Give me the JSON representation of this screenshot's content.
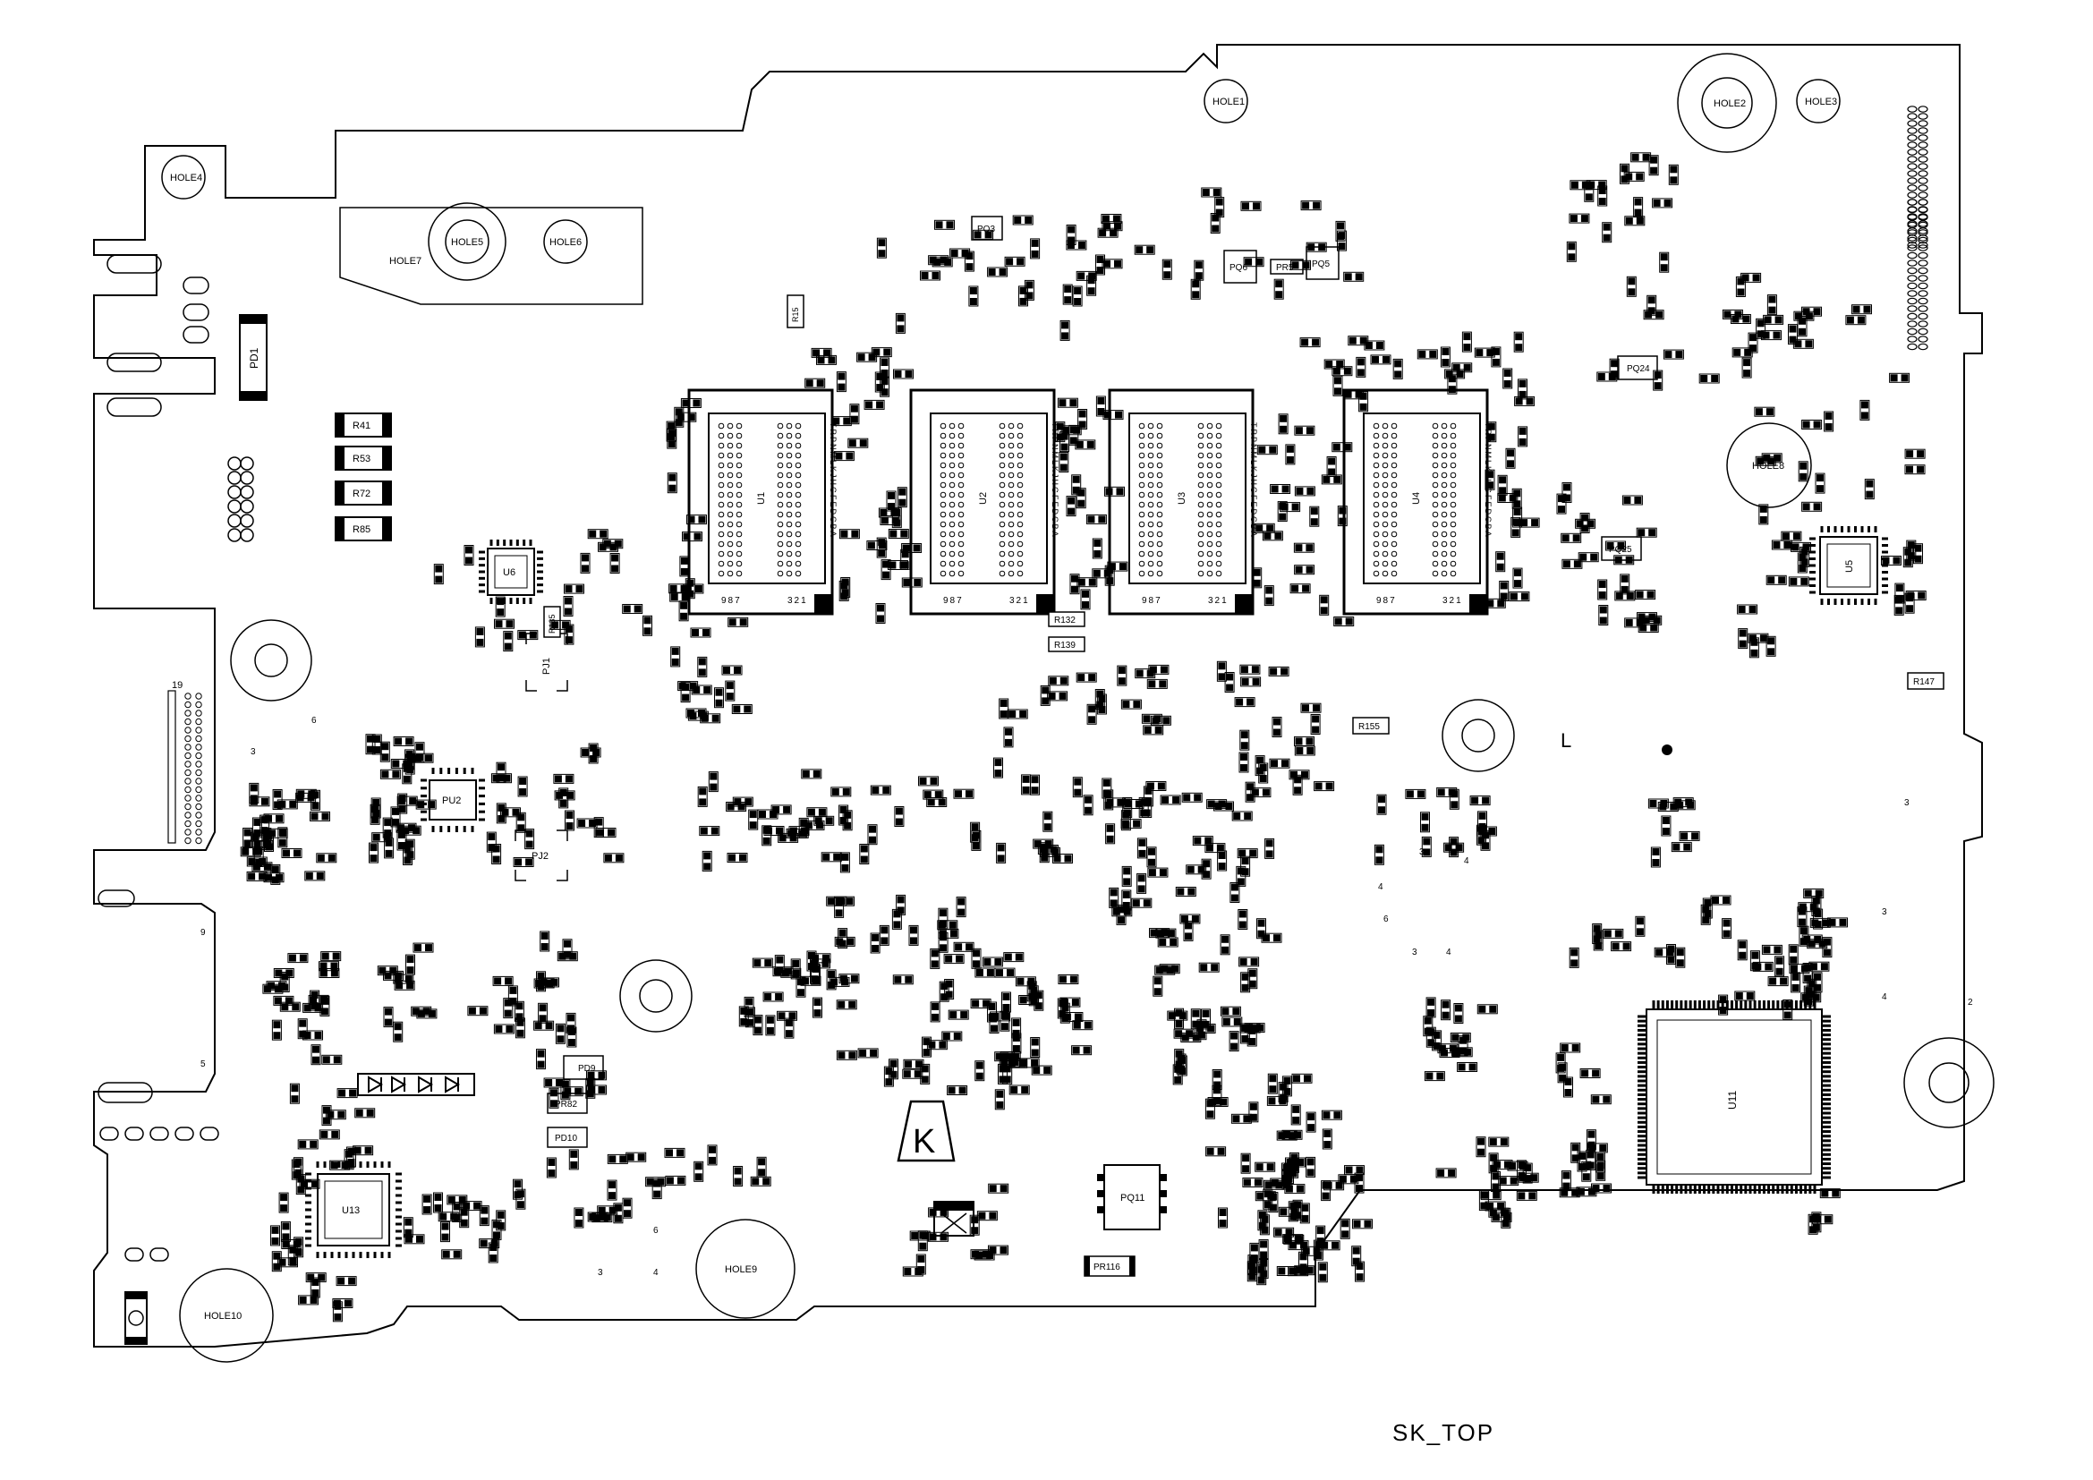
{
  "holes": [
    "HOLE1",
    "HOLE2",
    "HOLE3",
    "HOLE4",
    "HOLE5",
    "HOLE6",
    "HOLE7",
    "HOLE8",
    "HOLE9",
    "HOLE10"
  ],
  "ic": {
    "u1": "U1",
    "u2": "U2",
    "u3": "U3",
    "u4": "U4",
    "u5": "U5",
    "u6": "U6",
    "u11": "U11",
    "u13": "U13",
    "pu2": "PU2",
    "pq11": "PQ11",
    "pd1": "PD1"
  },
  "memory_row_letters": "TRPNMLKJHGFEDCBA",
  "memory_col_left": "987",
  "memory_col_right": "321",
  "connectors": {
    "pj1": "PJ1",
    "pj2": "PJ2"
  },
  "resistors": {
    "r41": "R41",
    "r53": "R53",
    "r72": "R72",
    "r85": "R85",
    "r132": "R132",
    "r139": "R139",
    "r155": "R155",
    "r147": "R147",
    "r135": "R135",
    "r15": "R15"
  },
  "power": {
    "pr116": "PR116",
    "pd9": "PD9",
    "pd10": "PD10",
    "pr82": "PR82",
    "pq24": "PQ24",
    "pq25": "PQ25",
    "pq5": "PQ5",
    "pq6": "PQ6",
    "pr5": "PR5",
    "pq3": "PQ3"
  },
  "pin_numbers": {
    "p19": "19",
    "p3": "3",
    "p4": "4",
    "p6": "6",
    "p2": "2",
    "p9": "9",
    "p5": "5"
  },
  "marking_letter": "K",
  "corner_mark": "L",
  "layer_label": "SK_TOP"
}
